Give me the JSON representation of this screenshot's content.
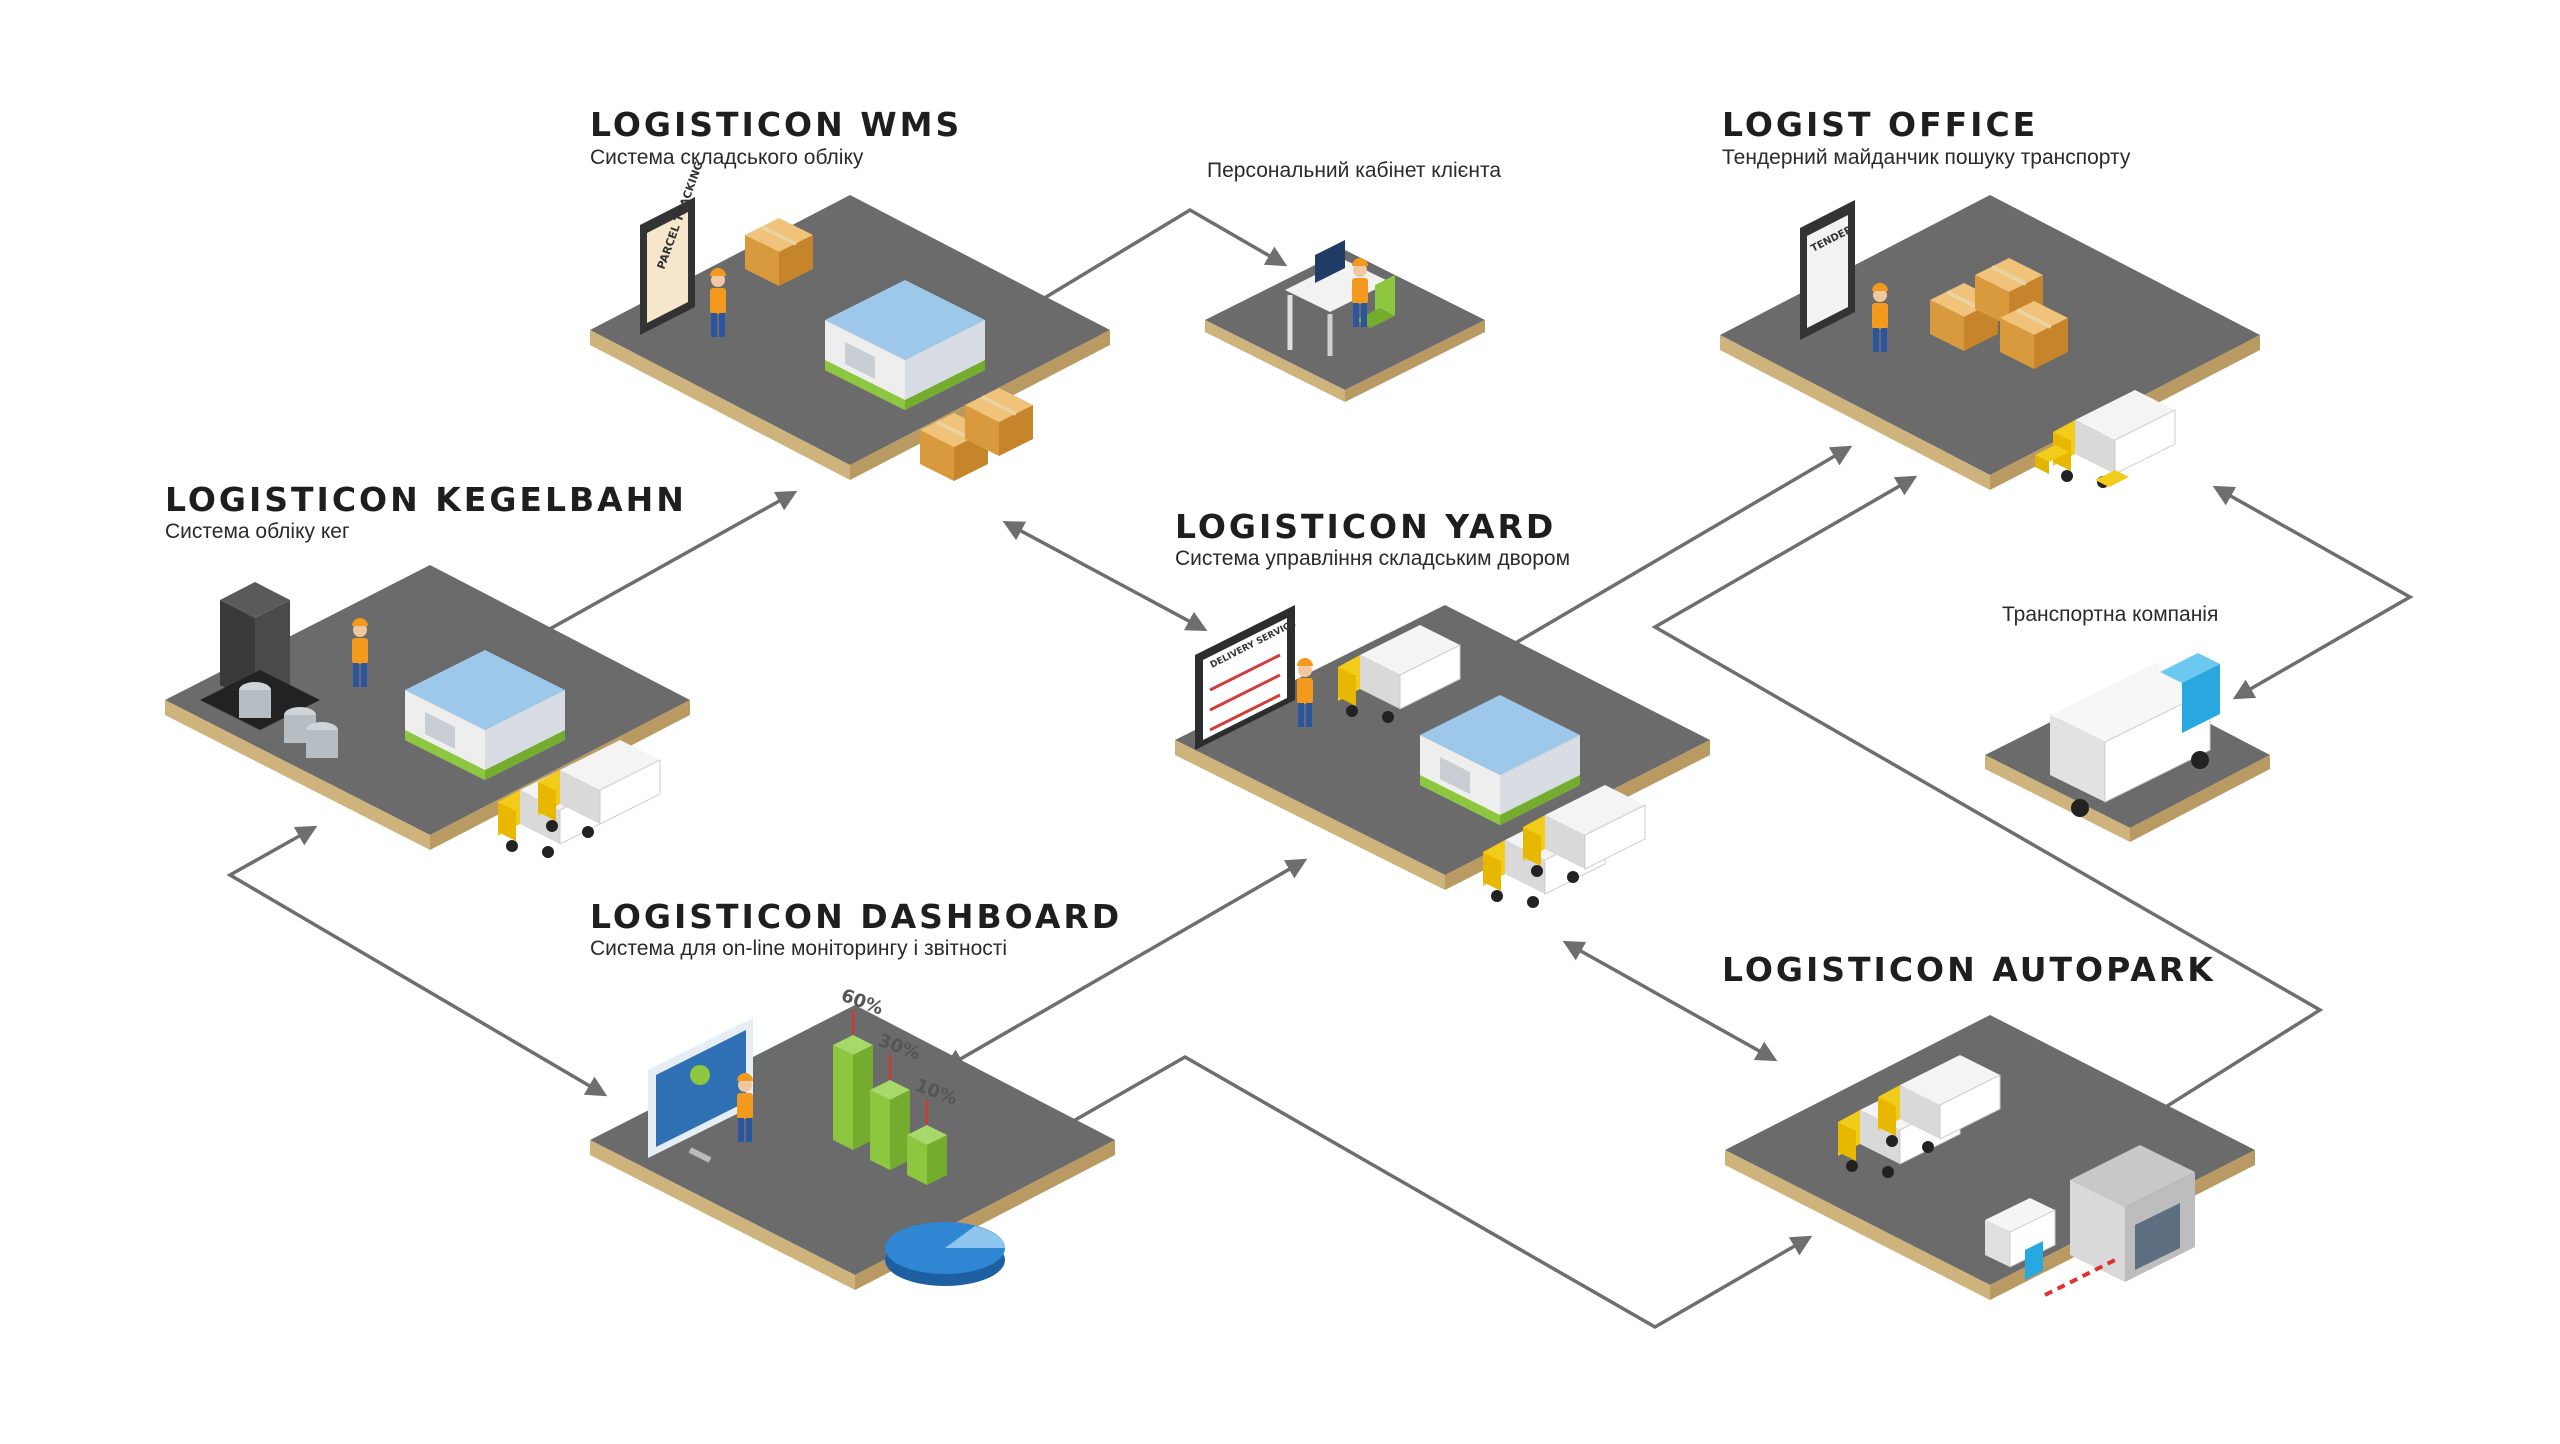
{
  "systems": {
    "wms": {
      "title": "LOGISTICON WMS",
      "subtitle": "Система складського обліку"
    },
    "office": {
      "title": "LOGIST OFFICE",
      "subtitle": "Тендерний майданчик пошуку транспорту"
    },
    "kegelbahn": {
      "title": "LOGISTICON KEGELBAHN",
      "subtitle": "Система обліку кег"
    },
    "yard": {
      "title": "LOGISTICON YARD",
      "subtitle": "Система управління складським двором"
    },
    "dashboard": {
      "title": "LOGISTICON DASHBOARD",
      "subtitle": "Система для on-line моніторингу і звітності"
    },
    "autopark": {
      "title": "LOGISTICON AUTOPARK"
    }
  },
  "nodes": {
    "client": {
      "label": "Персональний кабінет клієнта"
    },
    "transport": {
      "label": "Транспортна компанія"
    }
  },
  "illustrations": {
    "wms_phone": "PARCEL TRACKING",
    "office_phone": "TENDER",
    "yard_board": "DELIVERY SERVICE",
    "dashboard_bars": [
      "60%",
      "30%",
      "10%"
    ]
  },
  "colors": {
    "platform": "#6b6b6b",
    "platform_edge": "#c9ad78",
    "arrow": "#707070",
    "accent_green": "#8dc63f",
    "accent_blue": "#29a8e0",
    "worker_orange": "#f39a1e"
  }
}
